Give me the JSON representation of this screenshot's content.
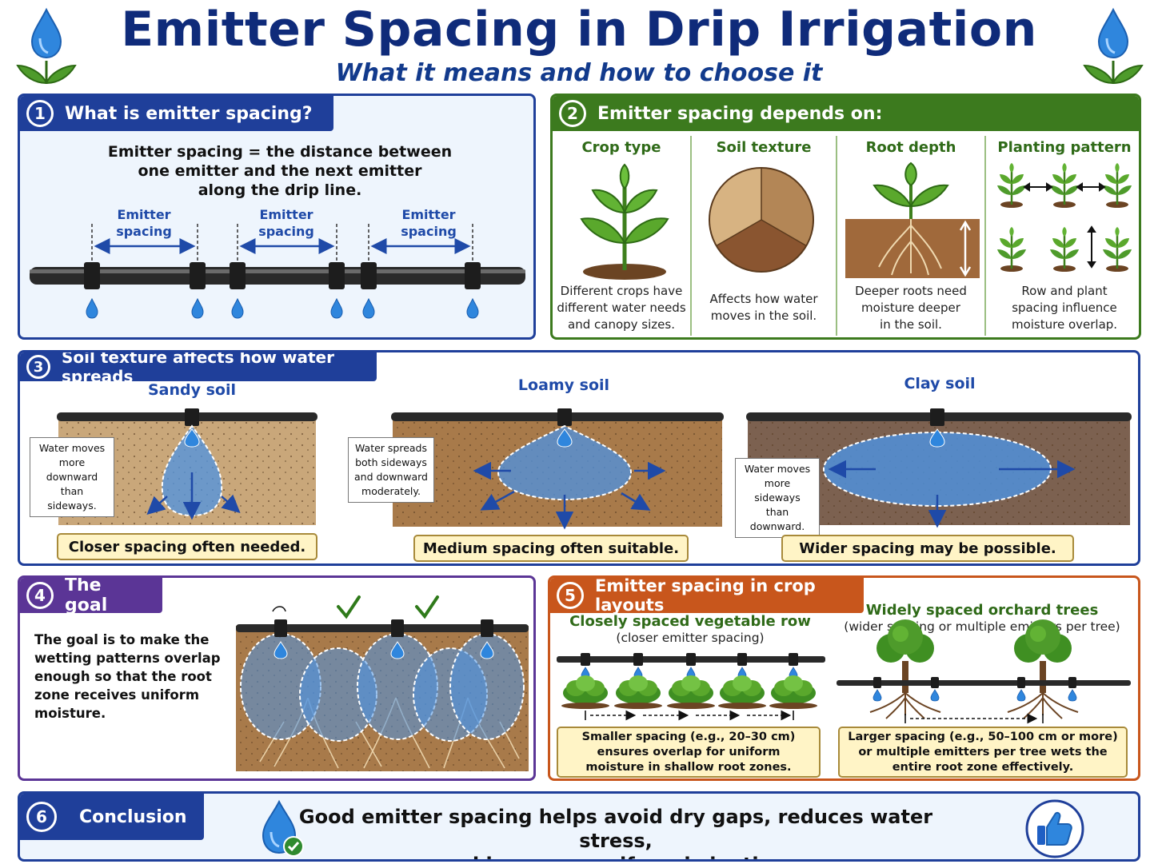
{
  "title": "Emitter Spacing in Drip Irrigation",
  "subtitle": "What it means and how to choose it",
  "section1": {
    "num": "1",
    "title": "What is emitter spacing?",
    "definition_lines": [
      "Emitter spacing = the distance between",
      "one emitter and the next emitter",
      "along the drip line."
    ],
    "spacing_label_line1": "Emitter",
    "spacing_label_line2": "spacing"
  },
  "section2": {
    "num": "2",
    "title": "Emitter spacing depends on:",
    "factors": [
      {
        "name": "Crop type",
        "lines": [
          "Different crops have",
          "different water needs",
          "and canopy sizes."
        ]
      },
      {
        "name": "Soil texture",
        "lines": [
          "Affects how water",
          "moves in the soil."
        ]
      },
      {
        "name": "Root depth",
        "lines": [
          "Deeper roots need",
          "moisture deeper",
          "in the soil."
        ]
      },
      {
        "name": "Planting pattern",
        "lines": [
          "Row and plant",
          "spacing influence",
          "moisture overlap."
        ]
      }
    ]
  },
  "section3": {
    "num": "3",
    "title": "Soil texture affects how water spreads",
    "soils": [
      {
        "name": "Sandy soil",
        "note_lines": [
          "Water moves",
          "more downward",
          "than sideways."
        ],
        "result": "Closer spacing often needed."
      },
      {
        "name": "Loamy soil",
        "note_lines": [
          "Water spreads",
          "both sideways",
          "and downward",
          "moderately."
        ],
        "result": "Medium spacing often suitable."
      },
      {
        "name": "Clay soil",
        "note_lines": [
          "Water moves",
          "more sideways",
          "than downward."
        ],
        "result": "Wider spacing may be possible."
      }
    ]
  },
  "section4": {
    "num": "4",
    "title": "The goal",
    "text": "The goal is to make the wetting patterns overlap enough so that the root zone receives uniform moisture."
  },
  "section5": {
    "num": "5",
    "title": "Emitter spacing in crop layouts",
    "left": {
      "title": "Closely spaced vegetable row",
      "sub": "(closer emitter spacing)",
      "box_lines": [
        "Smaller spacing (e.g., 20–30 cm)",
        "ensures overlap for uniform",
        "moisture in shallow root zones."
      ]
    },
    "right": {
      "title": "Widely spaced orchard trees",
      "sub": "(wider spacing or multiple emitters per tree)",
      "box_lines": [
        "Larger spacing (e.g., 50–100 cm or more)",
        "or multiple emitters per tree wets the",
        "entire root zone effectively."
      ]
    }
  },
  "section6": {
    "num": "6",
    "title": "Conclusion",
    "lines": [
      "Good emitter spacing helps avoid dry gaps, reduces water stress,",
      "and improves uniform irrigation."
    ]
  },
  "icons": {
    "corner_left": "water-drop-leaves-icon",
    "corner_right": "water-drop-leaves-icon",
    "conclusion_drop": "water-drop-check-icon",
    "thumbs": "thumbs-up-icon"
  },
  "colors": {
    "navy": "#1f3f9a",
    "green": "#3c7a1e",
    "purple": "#5b3596",
    "orange": "#c8561c",
    "water": "#3f8fe0",
    "soil": "#a87a4a"
  }
}
